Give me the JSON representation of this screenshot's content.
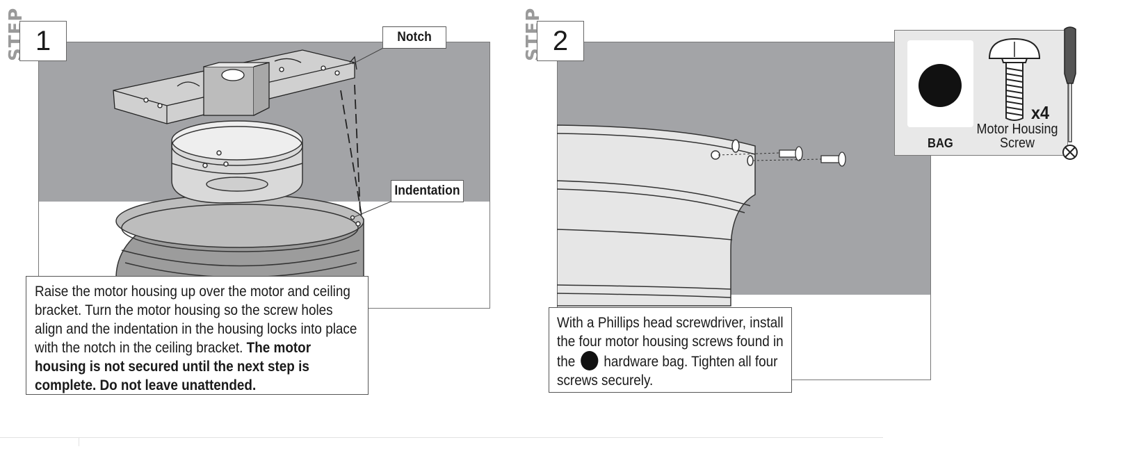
{
  "step1": {
    "step_word": "STEP",
    "number": "1",
    "callout_notch": "Notch",
    "callout_indentation": "Indentation",
    "text_normal": "Raise the motor housing up over the motor and ceiling bracket. Turn the motor housing so the screw holes align and the indentation in the housing locks into place with the notch in the ceiling bracket. ",
    "text_bold": "The motor housing is not secured until the next step is complete. Do not leave unattended."
  },
  "step2": {
    "step_word": "STEP",
    "number": "2",
    "text_before_icon": "With a Phillips head screwdriver, install the four motor housing screws found in the ",
    "text_after_icon": " hardware bag. Tighten all four screws securely.",
    "hardware": {
      "bag_label": "BAG",
      "quantity": "x4",
      "screw_label_line1": "Motor Housing",
      "screw_label_line2": "Screw"
    }
  },
  "colors": {
    "panel_gray": "#a3a4a7",
    "line": "#555555",
    "step_gray": "#9a9a9a"
  }
}
